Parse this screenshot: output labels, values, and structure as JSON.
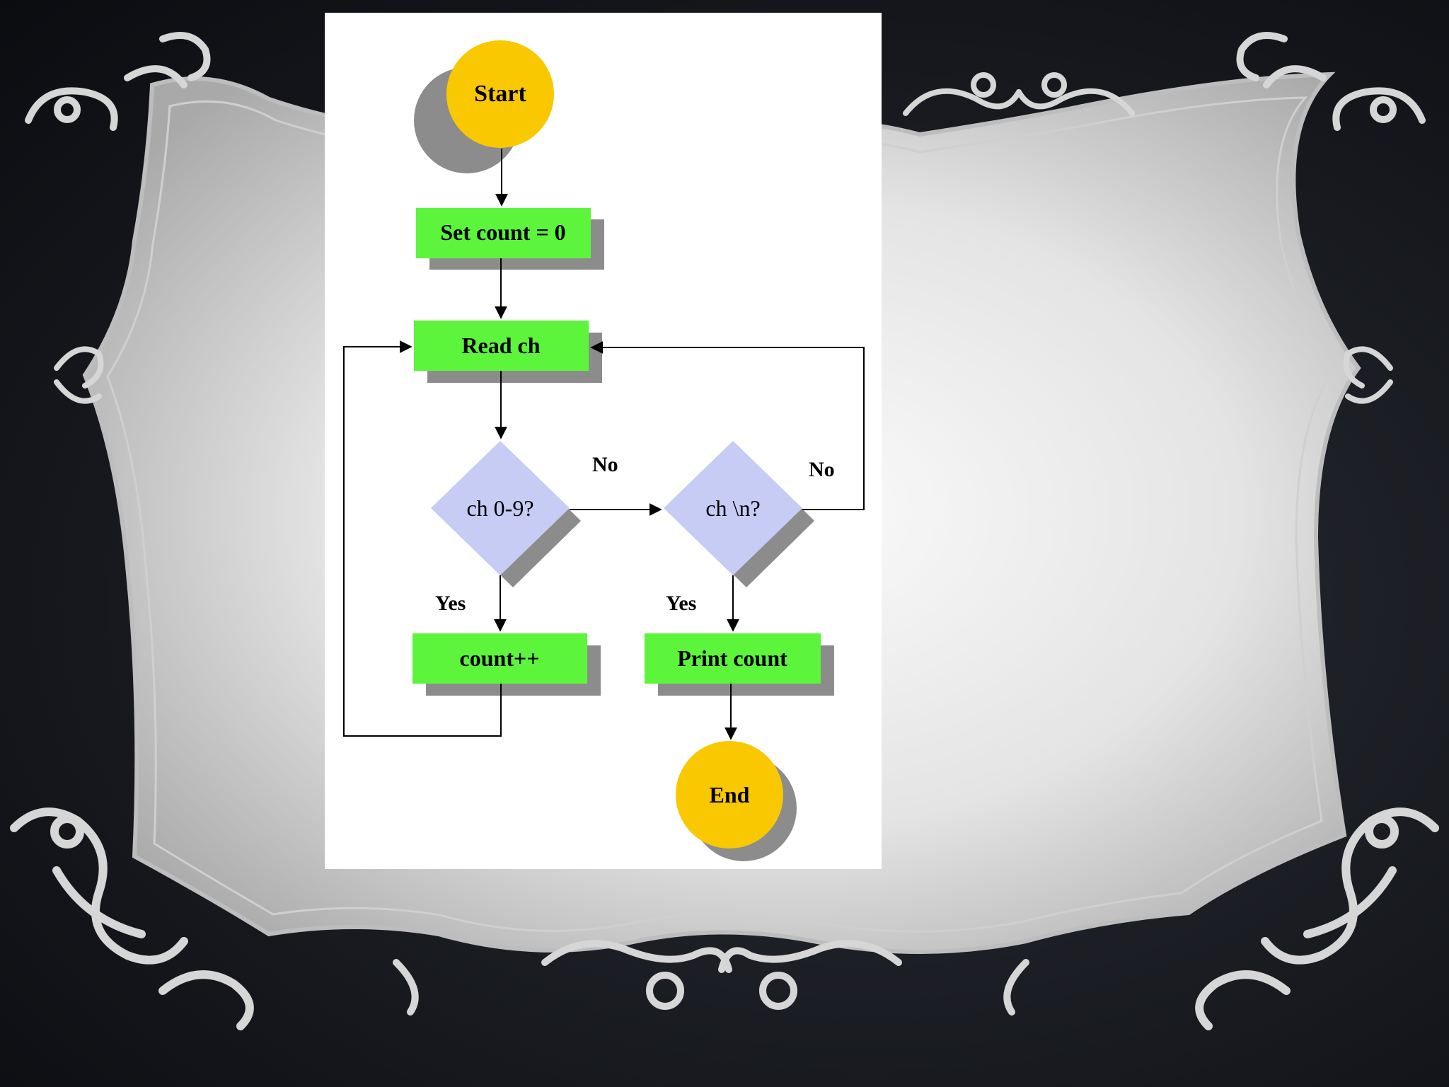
{
  "colors": {
    "background": "#14161b",
    "frame": "#d9d9d9",
    "panel": "#ffffff",
    "terminal": "#f9c800",
    "process": "#5cf53c",
    "decision": "#c7ccf5",
    "shadow": "#8c8c8c",
    "line": "#000000"
  },
  "flowchart": {
    "nodes": {
      "start": "Start",
      "set_count": "Set count = 0",
      "read_ch": "Read ch",
      "digit_check": "ch 0-9?",
      "newline_check": "ch \\n?",
      "increment": "count++",
      "print_count": "Print count",
      "end": "End"
    },
    "edge_labels": {
      "digit_no": "No",
      "newline_no": "No",
      "digit_yes": "Yes",
      "newline_yes": "Yes"
    }
  }
}
